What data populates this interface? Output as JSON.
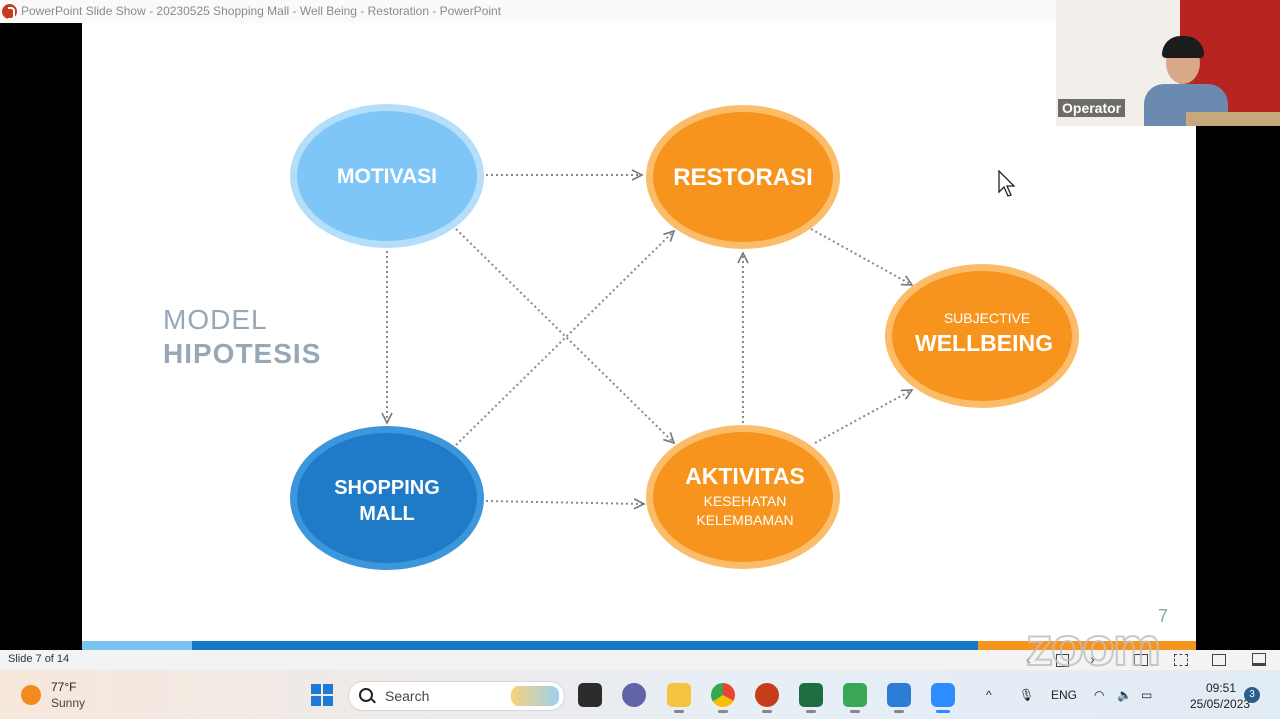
{
  "window": {
    "title": "PowerPoint Slide Show  -  20230525 Shopping Mall - Well Being - Restoration - PowerPoint",
    "app_icon": "powerpoint-icon"
  },
  "slide": {
    "model_line1": "MODEL",
    "model_line2": "HIPOTESIS",
    "page_number": "7",
    "nodes": {
      "motivasi": {
        "label": "MOTIVASI",
        "fill": "#7dc6f7",
        "ring": "#b5defb"
      },
      "restorasi": {
        "label": "RESTORASI",
        "fill": "#f7941d",
        "ring": "#fbbd6a"
      },
      "wellbeing_small": "SUBJECTIVE",
      "wellbeing_big": "WELLBEING",
      "shopping_line1": "SHOPPING",
      "shopping_line2": "MALL",
      "aktivitas_big": "AKTIVITAS",
      "aktivitas_sub1": "KESEHATAN",
      "aktivitas_sub2": "KELEMBAMAN"
    },
    "colors": {
      "light_blue": "#7dc6f7",
      "dark_blue": "#1f7bc8",
      "orange": "#f7941d",
      "bar_blue": "#1876c9",
      "bar_light": "#7cc3ef",
      "bar_orange": "#f7941d",
      "label_gray": "#98a7b6"
    }
  },
  "video": {
    "participant_name": "Operator"
  },
  "status_bar": {
    "slide_indicator": "Slide 7 of 14"
  },
  "watermark": "zoom",
  "taskbar": {
    "weather_temp": "77°F",
    "weather_condition": "Sunny",
    "search_label": "Search",
    "language": "ENG",
    "time": "09:51",
    "date": "25/05/2023",
    "notification_count": "3"
  }
}
